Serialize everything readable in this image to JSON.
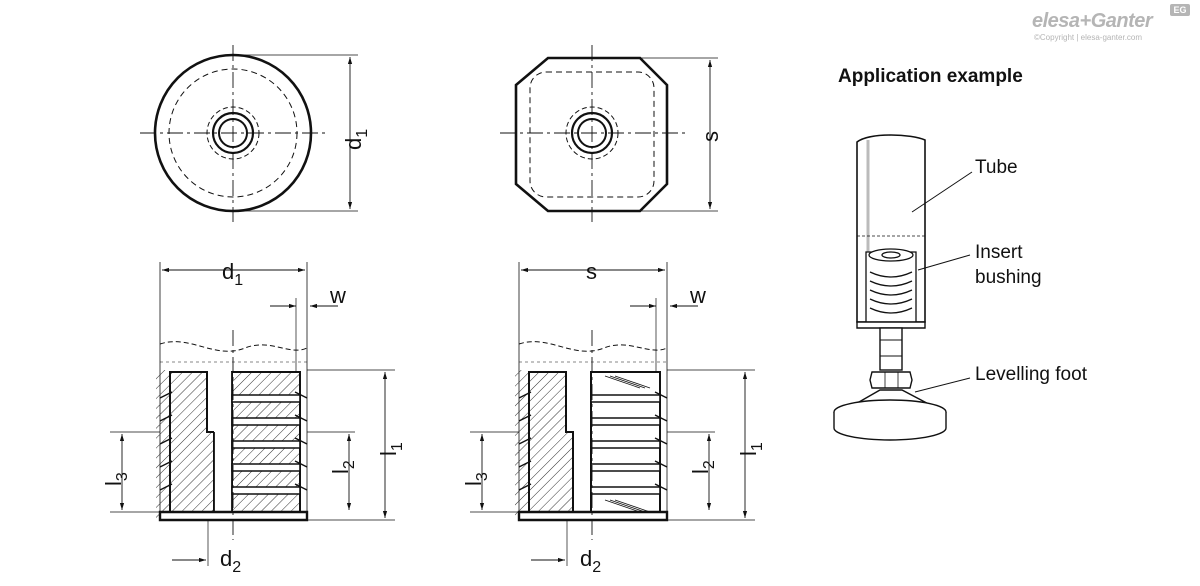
{
  "brand": {
    "name": "elesa+Ganter",
    "badge": "EG",
    "copyright": "©Copyright | elesa-ganter.com"
  },
  "application": {
    "title": "Application example",
    "labels": {
      "tube": "Tube",
      "insert_line1": "Insert",
      "insert_line2": "bushing",
      "foot": "Levelling foot"
    }
  },
  "dimensions": {
    "d1": {
      "base": "d",
      "sub": "1"
    },
    "d2": {
      "base": "d",
      "sub": "2"
    },
    "s": "s",
    "w": "w",
    "l1": {
      "base": "l",
      "sub": "1"
    },
    "l2": {
      "base": "l",
      "sub": "2"
    },
    "l3": {
      "base": "l",
      "sub": "3"
    }
  }
}
